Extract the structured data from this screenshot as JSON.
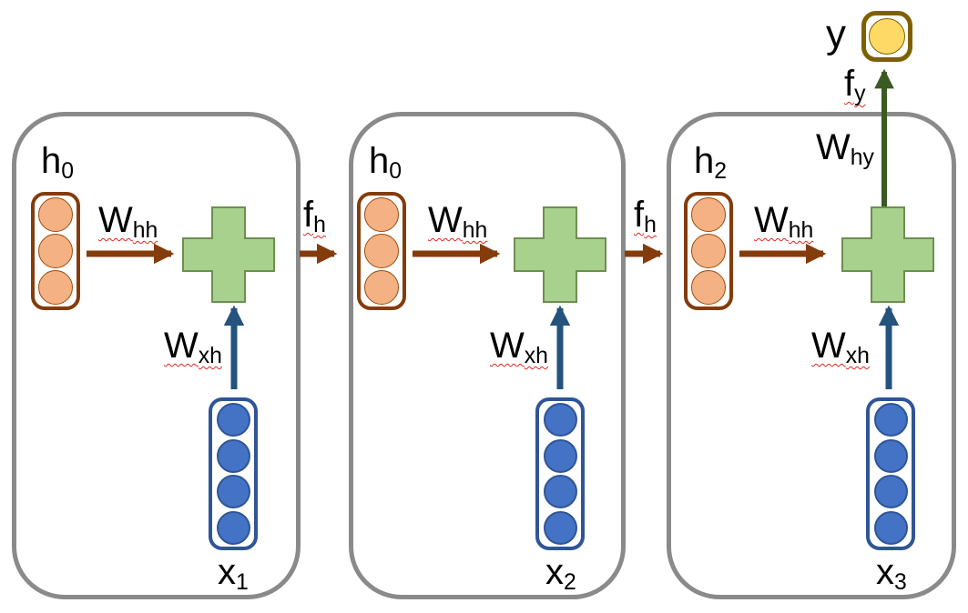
{
  "cells": [
    {
      "hidden_label": {
        "base": "h",
        "sub": "0"
      },
      "whh_label": {
        "base": "W",
        "sub": "hh"
      },
      "wxh_label": {
        "base": "W",
        "sub": "xh"
      },
      "input_label": {
        "base": "x",
        "sub": "1"
      },
      "hidden_units": 3,
      "input_units": 4
    },
    {
      "hidden_label": {
        "base": "h",
        "sub": "0"
      },
      "whh_label": {
        "base": "W",
        "sub": "hh"
      },
      "wxh_label": {
        "base": "W",
        "sub": "xh"
      },
      "input_label": {
        "base": "x",
        "sub": "2"
      },
      "hidden_units": 3,
      "input_units": 4
    },
    {
      "hidden_label": {
        "base": "h",
        "sub": "2"
      },
      "whh_label": {
        "base": "W",
        "sub": "hh"
      },
      "wxh_label": {
        "base": "W",
        "sub": "xh"
      },
      "input_label": {
        "base": "x",
        "sub": "3"
      },
      "hidden_units": 3,
      "input_units": 4
    }
  ],
  "transitions": [
    {
      "label": {
        "base": "f",
        "sub": "h"
      }
    },
    {
      "label": {
        "base": "f",
        "sub": "h"
      }
    }
  ],
  "output": {
    "why_label": {
      "base": "W",
      "sub": "hy"
    },
    "fy_label": {
      "base": "f",
      "sub": "y"
    },
    "y_label": "y"
  },
  "colors": {
    "cell_border": "#8A8A8A",
    "hidden_circle_fill": "#F4B183",
    "hidden_container_border": "#843C0C",
    "input_circle_fill": "#4472C4",
    "input_container_border": "#2F5597",
    "plus_fill": "#A9D18E",
    "plus_stroke": "#6C8F4F",
    "arrow_brown": "#843C0C",
    "arrow_blue": "#24537D",
    "arrow_green": "#3A5A22",
    "output_circle_fill": "#FFD966",
    "output_container_border": "#7F6000",
    "squiggle": "#E0261C"
  }
}
